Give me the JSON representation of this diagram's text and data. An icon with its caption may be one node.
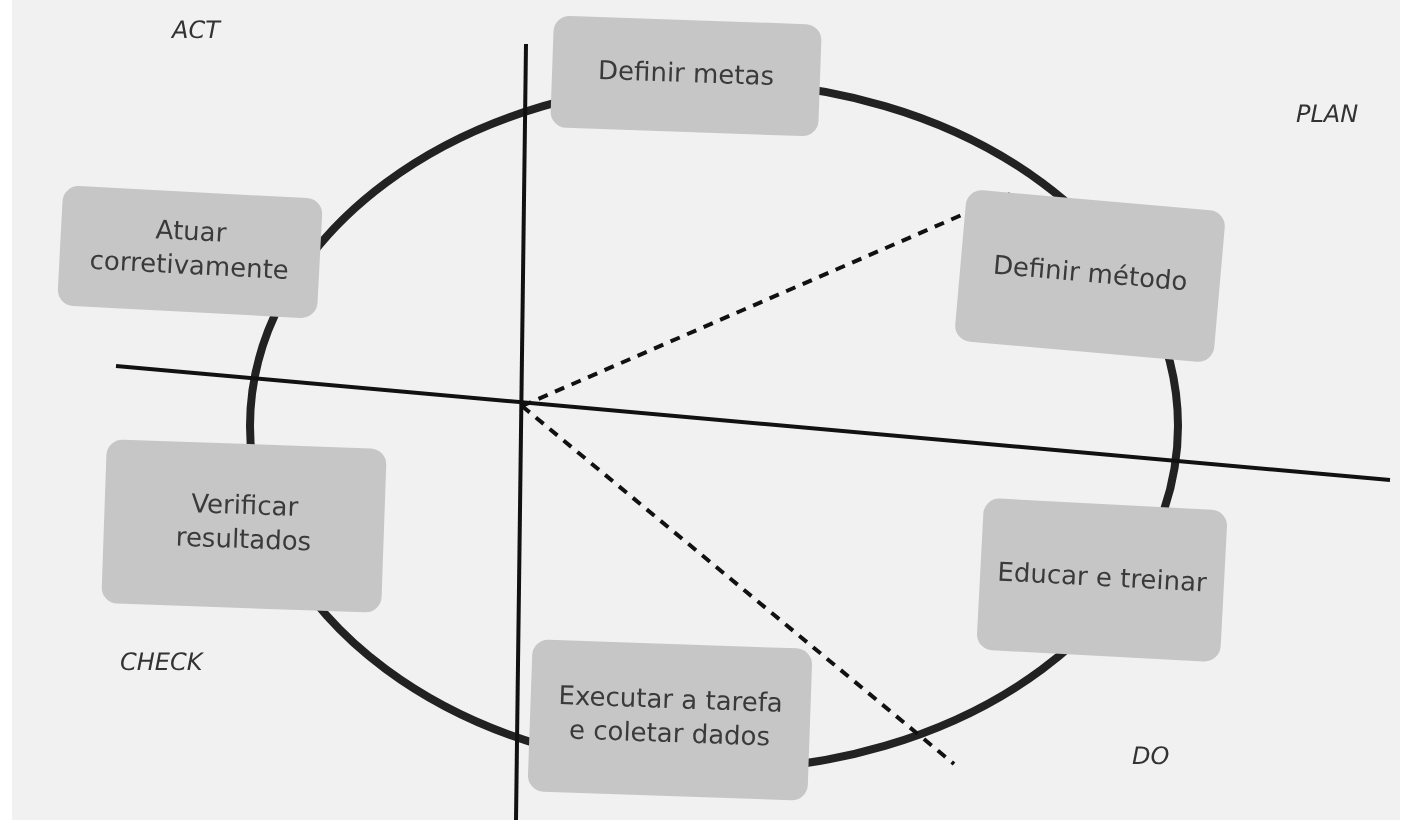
{
  "diagram": {
    "nodes": [
      {
        "text": [
          "Definir metas"
        ]
      },
      {
        "text": [
          "Atuar corretivamente"
        ]
      },
      {
        "text": [
          "Definir método"
        ]
      },
      {
        "text": [
          "Verificar resultados"
        ]
      },
      {
        "text": [
          "Educar e treinar"
        ]
      },
      {
        "text": [
          "Executar a tarefa e coletar dados"
        ]
      }
    ],
    "labels": [
      "ACT",
      "PLAN",
      "CHECK",
      "DO"
    ]
  }
}
